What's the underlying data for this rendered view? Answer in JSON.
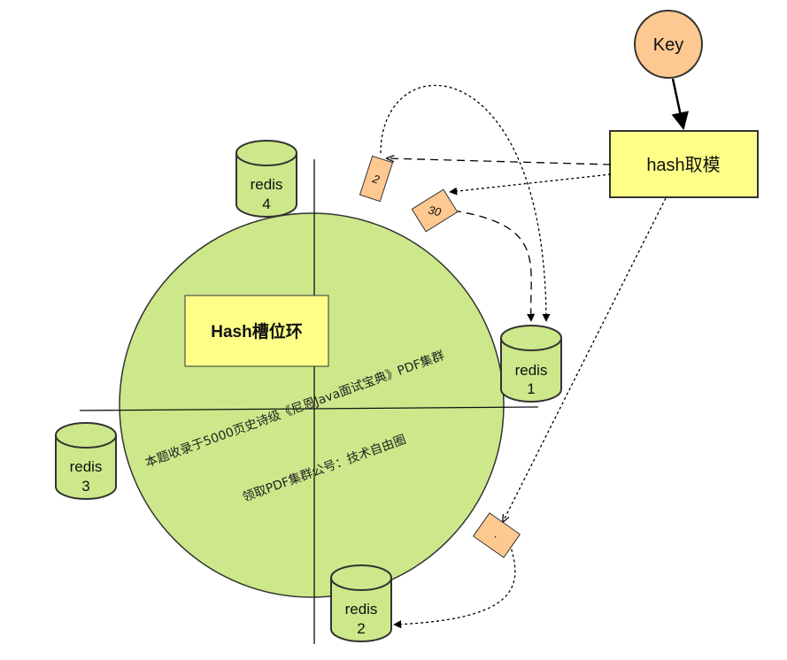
{
  "key_node": {
    "label": "Key"
  },
  "hash_box": {
    "label": "hash取模"
  },
  "ring": {
    "label": "Hash槽位环"
  },
  "redis_nodes": [
    {
      "name": "redis",
      "index": "1"
    },
    {
      "name": "redis",
      "index": "2"
    },
    {
      "name": "redis",
      "index": "3"
    },
    {
      "name": "redis",
      "index": "4"
    }
  ],
  "slot_tags": [
    {
      "label": "2"
    },
    {
      "label": "30"
    },
    {
      "label": "."
    }
  ],
  "watermark": {
    "line1": "本题收录于5000页史诗级《尼恩Java面试宝典》PDF集群",
    "line2": "领取PDF集群公号：技术自由圈"
  },
  "colors": {
    "ring_fill": "#cde88a",
    "cylinder_fill": "#cde88a",
    "key_fill": "#fec891",
    "hash_fill": "#ffff88",
    "label_fill": "#ffff88",
    "tag_fill": "#fec891",
    "stroke": "#333333"
  }
}
